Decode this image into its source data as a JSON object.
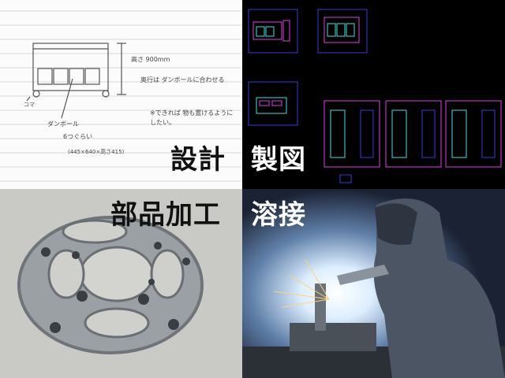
{
  "captions": {
    "design": "設計",
    "drafting": "製図",
    "machining": "部品加工",
    "welding": "溶接"
  },
  "sketch": {
    "height_note": "高さ 900mm",
    "depth_note": "奥行は ダンボールに合わせる",
    "wish_note": "※できれば 物も置けるようにしたい。",
    "box_note": "ダンボール",
    "count_note": "6つぐらい",
    "size_note": "(445×640×高さ415)",
    "caster_note": "コマ"
  },
  "colors": {
    "cad_background": "#000000",
    "cad_frame": "#3a3ae0",
    "cad_magenta": "#e040e0",
    "cad_cyan": "#40e0e0",
    "weld_glow": "#eaf4ff"
  }
}
